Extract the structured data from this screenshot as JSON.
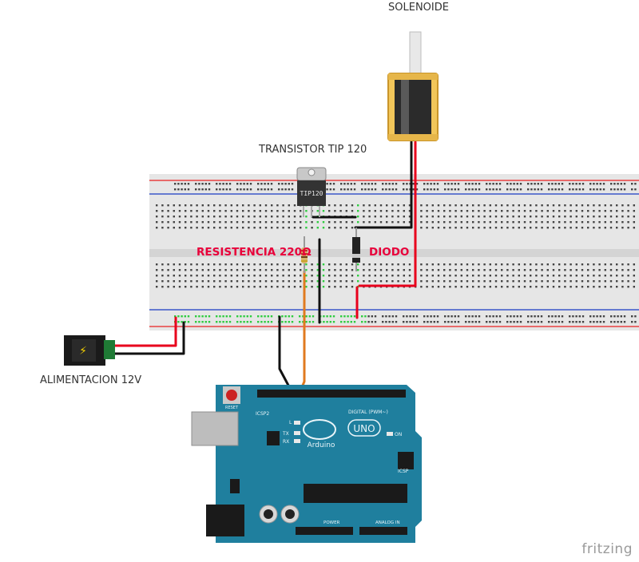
{
  "labels": {
    "solenoid": "SOLENOIDE",
    "transistor": "TRANSISTOR TIP 120",
    "resistor": "RESISTENCIA 220Ω",
    "diode": "DIODO",
    "power": "ALIMENTACION 12V",
    "watermark": "fritzing"
  },
  "parts": {
    "transistor_marking": "TIP120",
    "arduino_brand": "Arduino",
    "arduino_model": "UNO",
    "reset_label": "RESET",
    "icsp_label": "ICSP",
    "icsp2_label": "ICSP2",
    "digital_label": "DIGITAL (PWM~)",
    "power_header": "POWER",
    "analog_header": "ANALOG IN",
    "led_l": "L",
    "led_tx": "TX",
    "led_rx": "RX",
    "led_on": "ON"
  },
  "colors": {
    "breadboard": "#e9e9e9",
    "arduino": "#1f7f9e",
    "wire_red": "#e8001c",
    "wire_black": "#111111",
    "wire_orange": "#e07a1f",
    "rail_red": "#e84040",
    "rail_blue": "#3a56c8",
    "hole_green": "#2ecc40"
  }
}
